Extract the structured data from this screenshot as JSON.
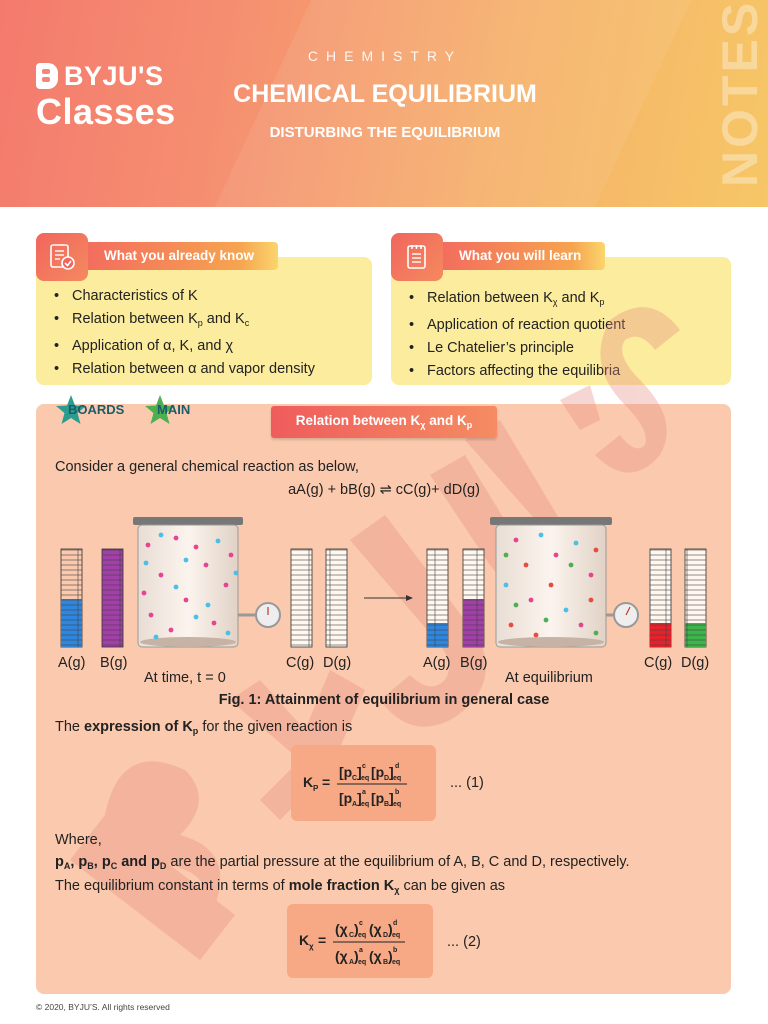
{
  "header": {
    "logo_brand": "BYJU'S",
    "logo_classes": "Classes",
    "subject": "CHEMISTRY",
    "title": "CHEMICAL EQUILIBRIUM",
    "subtitle": "DISTURBING THE EQUILIBRIUM",
    "side_label": "NOTES"
  },
  "know": {
    "heading": "What you already know",
    "items": [
      {
        "pre": "Characteristics of K",
        "s1": "",
        "mid": "",
        "s2": ""
      },
      {
        "pre": "Relation between K",
        "s1": "p",
        "mid": " and K",
        "s2": "c"
      },
      {
        "pre": "Application of α, K, and χ",
        "s1": "",
        "mid": "",
        "s2": ""
      },
      {
        "pre": "Relation between α and vapor density",
        "s1": "",
        "mid": "",
        "s2": ""
      }
    ]
  },
  "learn": {
    "heading": "What you will learn",
    "items": [
      {
        "pre": "Relation between K",
        "s1": "χ",
        "mid": " and K",
        "s2": "p"
      },
      {
        "pre": "Application of reaction quotient",
        "s1": "",
        "mid": "",
        "s2": ""
      },
      {
        "pre": "Le Chatelier’s principle",
        "s1": "",
        "mid": "",
        "s2": ""
      },
      {
        "pre": "Factors affecting the equilibria",
        "s1": "",
        "mid": "",
        "s2": ""
      }
    ]
  },
  "badges": {
    "boards": "BOARDS",
    "main": "MAIN"
  },
  "section": {
    "pre": "Relation between K",
    "s1": "χ",
    "mid": " and K",
    "s2": "p"
  },
  "body": {
    "intro": "Consider a general chemical reaction as below,",
    "reaction": "aA(g) + bB(g) ⇌ cC(g)+ dD(g)",
    "labels_left": [
      "A(g)",
      "B(g)",
      "C(g)",
      "D(g)"
    ],
    "labels_right": [
      "A(g)",
      "B(g)",
      "C(g)",
      "D(g)"
    ],
    "caption_left": "At time, t = 0",
    "caption_right": "At equilibrium",
    "fig_caption": "Fig. 1: Attainment of equilibrium in general case",
    "expr_pre": "The ",
    "expr_bold": "expression of K",
    "expr_sub": "p",
    "expr_post": " for the given reaction is",
    "eq1_num": "... (1)",
    "where": "Where,",
    "partial_post": " are the partial pressure at the equilibrium of A, B, C and D, respectively.",
    "mole_pre": "The equilibrium constant in terms of ",
    "mole_bold": "mole fraction K",
    "mole_sub": "χ",
    "mole_post": " can be given as",
    "eq2_num": "... (2)"
  },
  "footer": "© 2020, BYJU’S. All rights reserved",
  "colors": {
    "header_start": "#f47a6e",
    "header_end": "#f6c766",
    "box_yellow": "#fcec9d",
    "panel_peach": "#fbc9ad",
    "formula_bg": "#f7a985"
  }
}
